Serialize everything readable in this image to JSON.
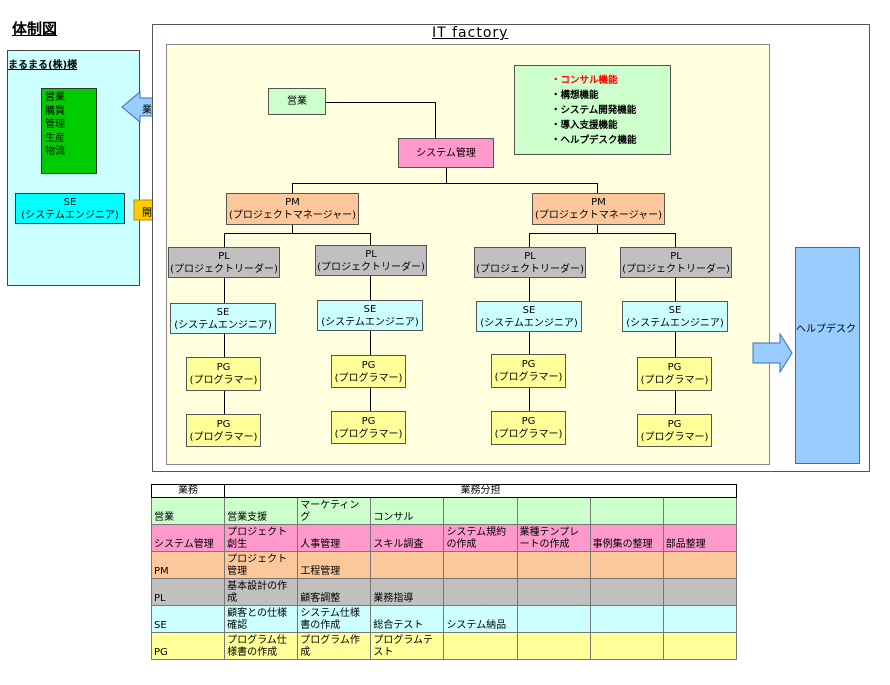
{
  "header": {
    "title": "体制図"
  },
  "client": {
    "name": "まるまる(株)様",
    "departments": [
      "営業",
      "購買",
      "管理",
      "生産",
      "物流"
    ],
    "se_line1": "SE",
    "se_line2": "(システムエンジニア)"
  },
  "arrows": {
    "gyomu_shien": "業務支援",
    "kaihatsu_irai": "開発依頼"
  },
  "factory": {
    "title": "IT factory",
    "eigyo": "営業",
    "system_kanri": "システム管理",
    "functions": [
      "・コンサル機能",
      "・構想機能",
      "・システム開発機能",
      "・導入支援機能",
      "・ヘルプデスク機能"
    ],
    "pm_line1": "PM",
    "pm_line2": "(プロジェクトマネージャー)",
    "pl_line1": "PL",
    "pl_line2": "(プロジェクトリーダー)",
    "se_line1": "SE",
    "se_line2": "(システムエンジニア)",
    "pg_line1": "PG",
    "pg_line2": "(プログラマー)",
    "colors": {
      "highlight_function": "#ff0000"
    }
  },
  "helpdesk": {
    "label": "ヘルプデスク"
  },
  "table": {
    "headers": [
      "業務",
      "業務分担"
    ],
    "rows": [
      {
        "role": "営業",
        "cells": [
          "営業支援",
          "マーケティング",
          "コンサル",
          "",
          "",
          "",
          ""
        ]
      },
      {
        "role": "システム管理",
        "cells": [
          "プロジェクト創生",
          "人事管理",
          "スキル調査",
          "システム規約の作成",
          "業種テンプレートの作成",
          "事例集の整理",
          "部品整理"
        ]
      },
      {
        "role": "PM",
        "cells": [
          "プロジェクト管理",
          "工程管理",
          "",
          "",
          "",
          "",
          ""
        ]
      },
      {
        "role": "PL",
        "cells": [
          "基本設計の作成",
          "顧客調整",
          "業務指導",
          "",
          "",
          "",
          ""
        ]
      },
      {
        "role": "SE",
        "cells": [
          "顧客との仕様確認",
          "システム仕様書の作成",
          "総合テスト",
          "システム納品",
          "",
          "",
          ""
        ]
      },
      {
        "role": "PG",
        "cells": [
          "プログラム仕様書の作成",
          "プログラム作成",
          "プログラムテスト",
          "",
          "",
          "",
          ""
        ]
      }
    ]
  }
}
